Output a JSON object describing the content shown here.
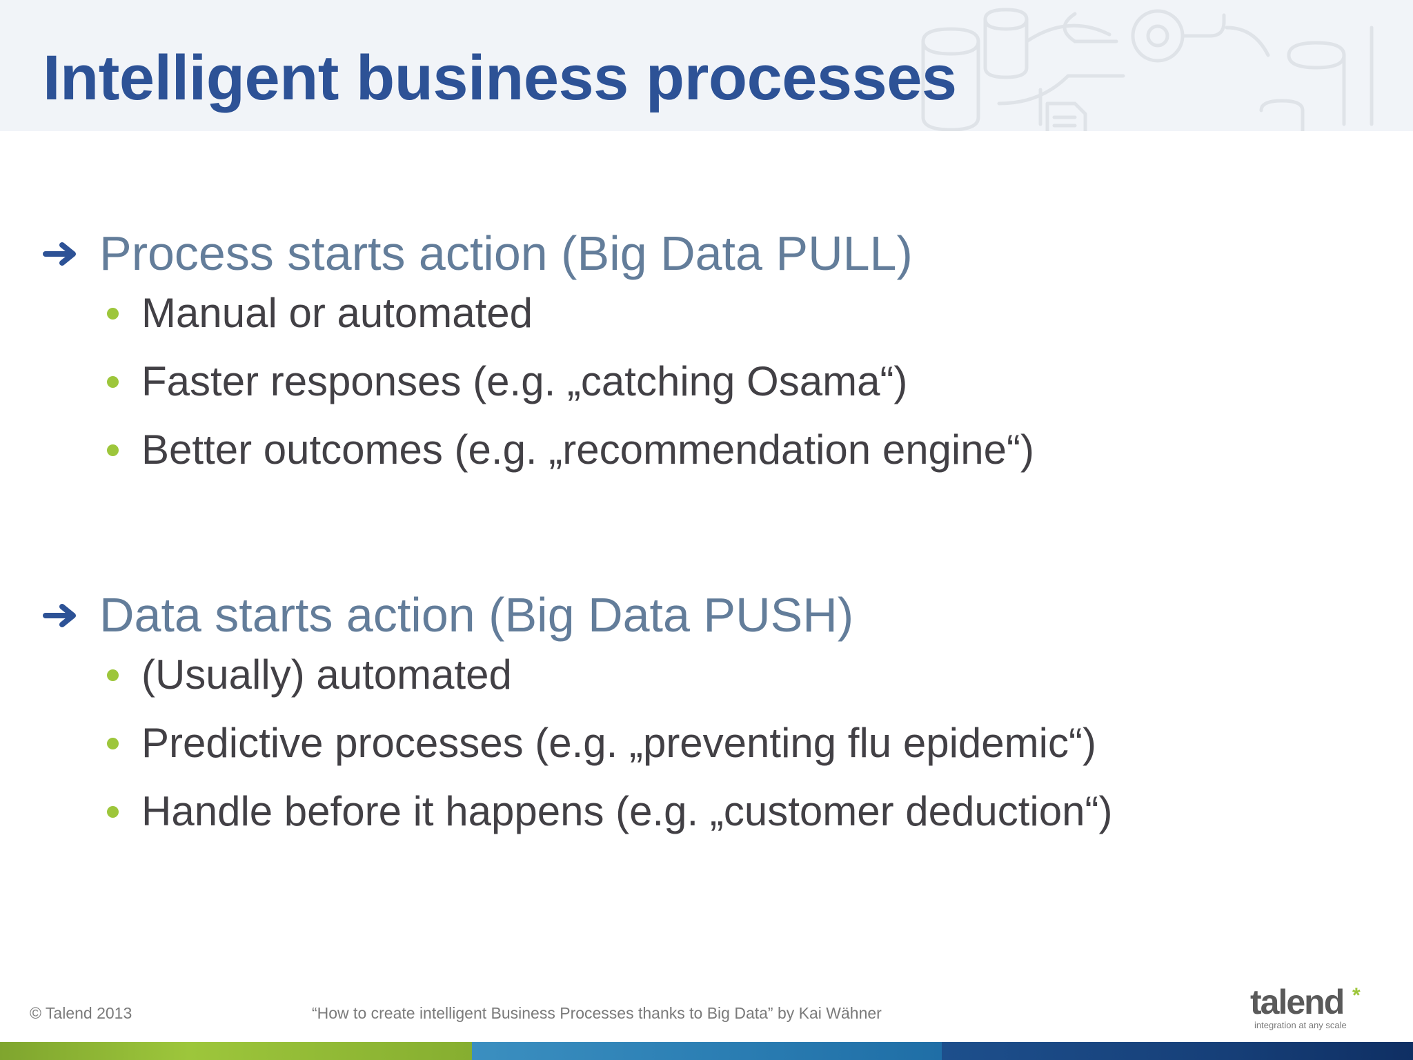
{
  "slide": {
    "title": "Intelligent business processes"
  },
  "sections": [
    {
      "heading": "Process starts action (Big Data PULL)",
      "bullets": [
        "Manual or automated",
        "Faster responses (e.g. „catching Osama“)",
        "Better outcomes (e.g. „recommendation engine“)"
      ]
    },
    {
      "heading": "Data starts action (Big Data PUSH)",
      "bullets": [
        "(Usually) automated",
        "Predictive processes (e.g. „preventing flu epidemic“)",
        "Handle before it happens (e.g. „customer deduction“)"
      ]
    }
  ],
  "footer": {
    "copyright": "© Talend 2013",
    "citation": "“How to create intelligent Business Processes thanks to Big Data” by Kai Wähner"
  },
  "logo": {
    "wordmark": "talend",
    "star": "*",
    "tagline": "integration at any scale"
  },
  "colors": {
    "title": "#2d5296",
    "heading": "#637d9a",
    "body_text": "#424045",
    "bullet_accent": "#9dc63b",
    "arrow": "#2d5296"
  },
  "icons": {
    "section_marker": "arrow-right-icon",
    "bullet_marker": "bullet-dot-icon"
  }
}
